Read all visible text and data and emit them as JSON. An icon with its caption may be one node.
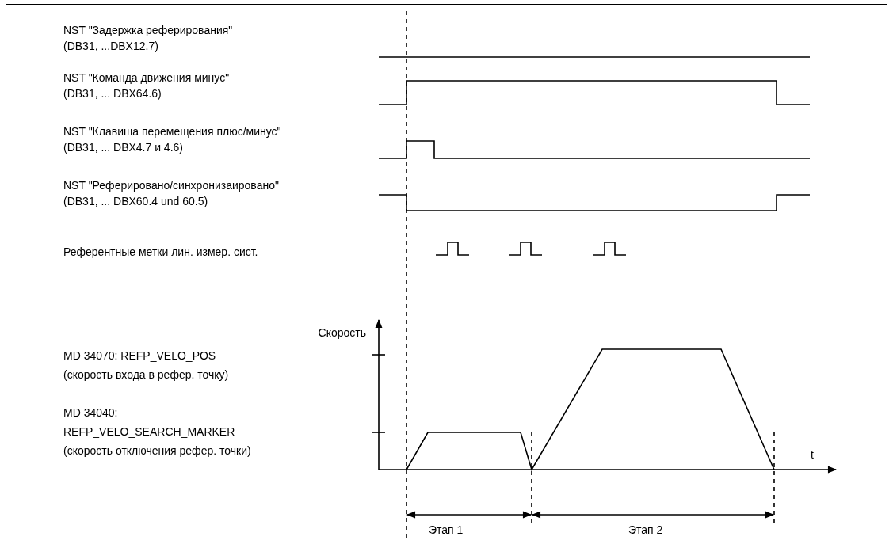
{
  "diagram": {
    "labels": [
      "NST \"Задержка реферирования\"",
      "(DB31, ...DBX12.7)",
      "NST \"Команда движения минус\"",
      "(DB31, ... DBX64.6)",
      "NST \"Клавиша перемещения плюс/минус\"",
      "(DB31, ... DBX4.7 и 4.6)",
      "NST \"Реферировано/синхронизаировано\"",
      "(DB31, ... DBX60.4 und 60.5)",
      "Референтные метки лин. измер. сист.",
      "Скорость",
      "MD 34070: REFP_VELO_POS",
      "(скорость входа в рефер. точку)",
      "MD 34040:",
      "REFP_VELO_SEARCH_MARKER",
      "(скорость отключения рефер. точки)",
      "t",
      "Этап 1",
      "Этап 2"
    ]
  }
}
